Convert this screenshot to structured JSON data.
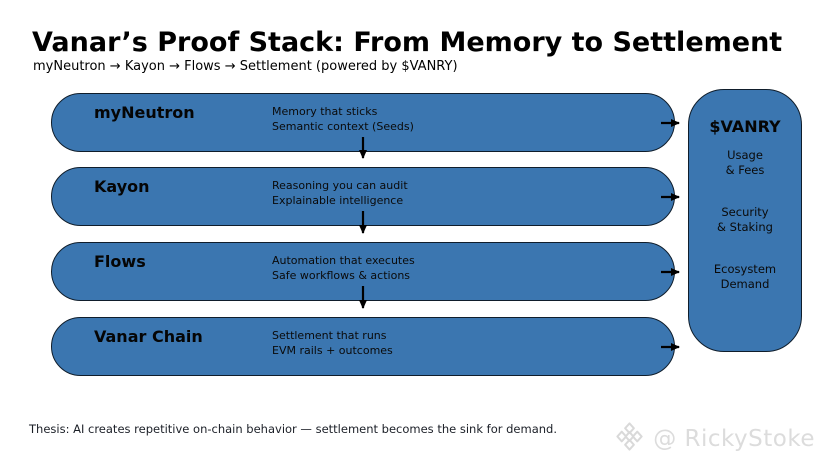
{
  "header": {
    "title": "Vanar’s Proof Stack: From Memory to Settlement",
    "subtitle": "myNeutron → Kayon → Flows → Settlement (powered by $VANRY)"
  },
  "stack": {
    "items": [
      {
        "name": "myNeutron",
        "desc": "Memory that sticks\nSemantic context (Seeds)"
      },
      {
        "name": "Kayon",
        "desc": "Reasoning you can audit\nExplainable intelligence"
      },
      {
        "name": "Flows",
        "desc": "Automation that executes\nSafe workflows & actions"
      },
      {
        "name": "Vanar Chain",
        "desc": "Settlement that runs\nEVM rails + outcomes"
      }
    ]
  },
  "token_box": {
    "title": "$VANRY",
    "drivers": [
      "Usage\n& Fees",
      "Security\n& Staking",
      "Ecosystem\nDemand"
    ]
  },
  "thesis": "Thesis: AI creates repetitive on-chain behavior — settlement becomes the sink for demand.",
  "watermark": {
    "handle": "@ RickyStoke",
    "icon": "diamond-logo-icon"
  },
  "colors": {
    "pill_fill": "#3b76b0",
    "pill_border": "#0f1d2b",
    "arrow": "#000000",
    "watermark": "#dcdcdc"
  }
}
